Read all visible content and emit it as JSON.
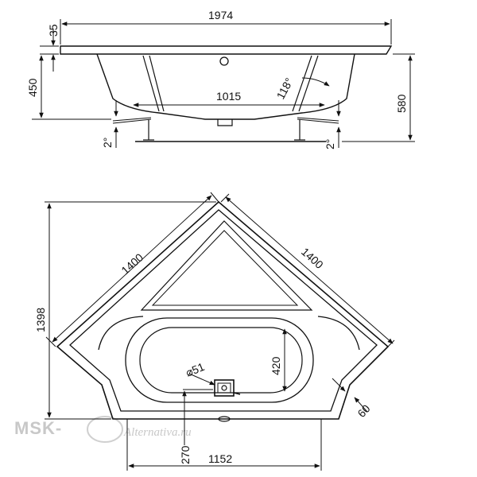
{
  "drawing": {
    "side_view": {
      "overall_width": "1974",
      "rim_height": "35",
      "tub_depth": "450",
      "total_height": "580",
      "bottom_width": "1015",
      "wall_angle": "118°",
      "slope_left": "2°",
      "slope_right": "2°"
    },
    "top_view": {
      "left_side": "1400",
      "right_side": "1400",
      "depth": "1398",
      "front_width": "1152",
      "drain_offset": "270",
      "basin_width": "420",
      "drain_diameter": "⌀51",
      "rim_width": "60"
    }
  },
  "watermark": {
    "brand": "MSK-",
    "script": "Alternativa.ru",
    "color": "#c8c8c8"
  },
  "colors": {
    "line": "#111111",
    "background": "#ffffff"
  }
}
